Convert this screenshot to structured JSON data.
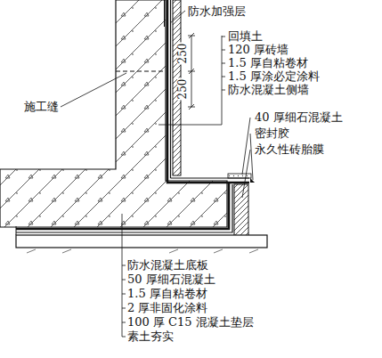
{
  "diagram": {
    "labels": [
      "防水加强层",
      "回填土",
      "120 厚砖墙",
      "1.5 厚自粘卷材",
      "1.5 厚涂必定涂料",
      "250",
      "250",
      "防水混凝土侧墙",
      "施工缝",
      "40 厚细石混凝土",
      "密封胶",
      "永久性砖胎膜",
      "防水混凝土底板",
      "50 厚细石混凝土",
      "1.5 厚自粘卷材",
      "2 厚非固化涂料",
      "100 厚 C15 混凝土垫层",
      "素土夯实"
    ]
  }
}
